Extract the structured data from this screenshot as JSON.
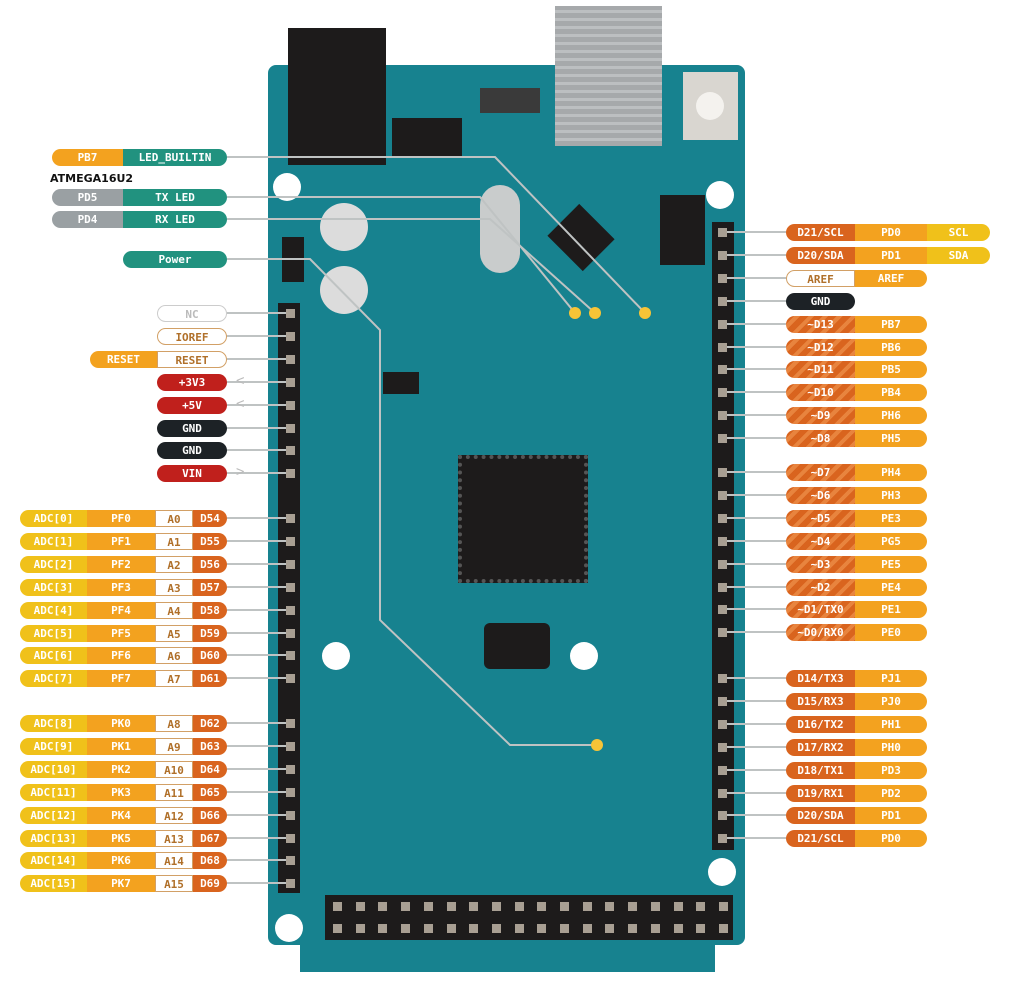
{
  "title_label": "ATMEGA16U2",
  "colors": {
    "board": "#17828f",
    "orange": "#f3a21f",
    "dark_orange": "#d9641e",
    "teal": "#21927f",
    "gray": "#9aa0a3",
    "red": "#c0201c",
    "black": "#1d2226",
    "yellow": "#f0c11a"
  },
  "top_left": [
    {
      "a": "PB7",
      "b": "LED_BUILTIN",
      "ac": "orange"
    },
    {
      "a": "PD5",
      "b": "TX LED",
      "ac": "gray"
    },
    {
      "a": "PD4",
      "b": "RX LED",
      "ac": "gray"
    },
    {
      "a": null,
      "b": "Power"
    }
  ],
  "power": [
    {
      "label": "NC",
      "style": "nc"
    },
    {
      "label": "IOREF",
      "style": "outline"
    },
    {
      "label": "RESET",
      "style": "outline",
      "extra": "RESET"
    },
    {
      "label": "+3V3",
      "style": "red",
      "arrow": "in"
    },
    {
      "label": "+5V",
      "style": "red",
      "arrow": "in"
    },
    {
      "label": "GND",
      "style": "black"
    },
    {
      "label": "GND",
      "style": "black"
    },
    {
      "label": "VIN",
      "style": "red",
      "arrow": "out"
    }
  ],
  "analog": [
    [
      "ADC[0]",
      "PF0",
      "A0",
      "D54"
    ],
    [
      "ADC[1]",
      "PF1",
      "A1",
      "D55"
    ],
    [
      "ADC[2]",
      "PF2",
      "A2",
      "D56"
    ],
    [
      "ADC[3]",
      "PF3",
      "A3",
      "D57"
    ],
    [
      "ADC[4]",
      "PF4",
      "A4",
      "D58"
    ],
    [
      "ADC[5]",
      "PF5",
      "A5",
      "D59"
    ],
    [
      "ADC[6]",
      "PF6",
      "A6",
      "D60"
    ],
    [
      "ADC[7]",
      "PF7",
      "A7",
      "D61"
    ],
    [
      "ADC[8]",
      "PK0",
      "A8",
      "D62"
    ],
    [
      "ADC[9]",
      "PK1",
      "A9",
      "D63"
    ],
    [
      "ADC[10]",
      "PK2",
      "A10",
      "D64"
    ],
    [
      "ADC[11]",
      "PK3",
      "A11",
      "D65"
    ],
    [
      "ADC[12]",
      "PK4",
      "A12",
      "D66"
    ],
    [
      "ADC[13]",
      "PK5",
      "A13",
      "D67"
    ],
    [
      "ADC[14]",
      "PK6",
      "A14",
      "D68"
    ],
    [
      "ADC[15]",
      "PK7",
      "A15",
      "D69"
    ]
  ],
  "right_top": [
    {
      "a": "D21/SCL",
      "b": "PD0",
      "c": "SCL",
      "as": "dark"
    },
    {
      "a": "D20/SDA",
      "b": "PD1",
      "c": "SDA",
      "as": "dark"
    },
    {
      "a": "AREF",
      "b": "AREF",
      "as": "outline"
    },
    {
      "a": "GND",
      "as": "black"
    },
    {
      "a": "~D13",
      "b": "PB7",
      "as": "stripe"
    },
    {
      "a": "~D12",
      "b": "PB6",
      "as": "stripe"
    },
    {
      "a": "~D11",
      "b": "PB5",
      "as": "stripe"
    },
    {
      "a": "~D10",
      "b": "PB4",
      "as": "stripe"
    },
    {
      "a": "~D9",
      "b": "PH6",
      "as": "stripe"
    },
    {
      "a": "~D8",
      "b": "PH5",
      "as": "stripe"
    }
  ],
  "right_mid": [
    {
      "a": "~D7",
      "b": "PH4"
    },
    {
      "a": "~D6",
      "b": "PH3"
    },
    {
      "a": "~D5",
      "b": "PE3"
    },
    {
      "a": "~D4",
      "b": "PG5"
    },
    {
      "a": "~D3",
      "b": "PE5"
    },
    {
      "a": "~D2",
      "b": "PE4"
    },
    {
      "a": "~D1/TX0",
      "b": "PE1"
    },
    {
      "a": "~D0/RX0",
      "b": "PE0"
    }
  ],
  "right_bottom": [
    {
      "a": "D14/TX3",
      "b": "PJ1"
    },
    {
      "a": "D15/RX3",
      "b": "PJ0"
    },
    {
      "a": "D16/TX2",
      "b": "PH1"
    },
    {
      "a": "D17/RX2",
      "b": "PH0"
    },
    {
      "a": "D18/TX1",
      "b": "PD3"
    },
    {
      "a": "D19/RX1",
      "b": "PD2"
    },
    {
      "a": "D20/SDA",
      "b": "PD1"
    },
    {
      "a": "D21/SCL",
      "b": "PD0"
    }
  ]
}
